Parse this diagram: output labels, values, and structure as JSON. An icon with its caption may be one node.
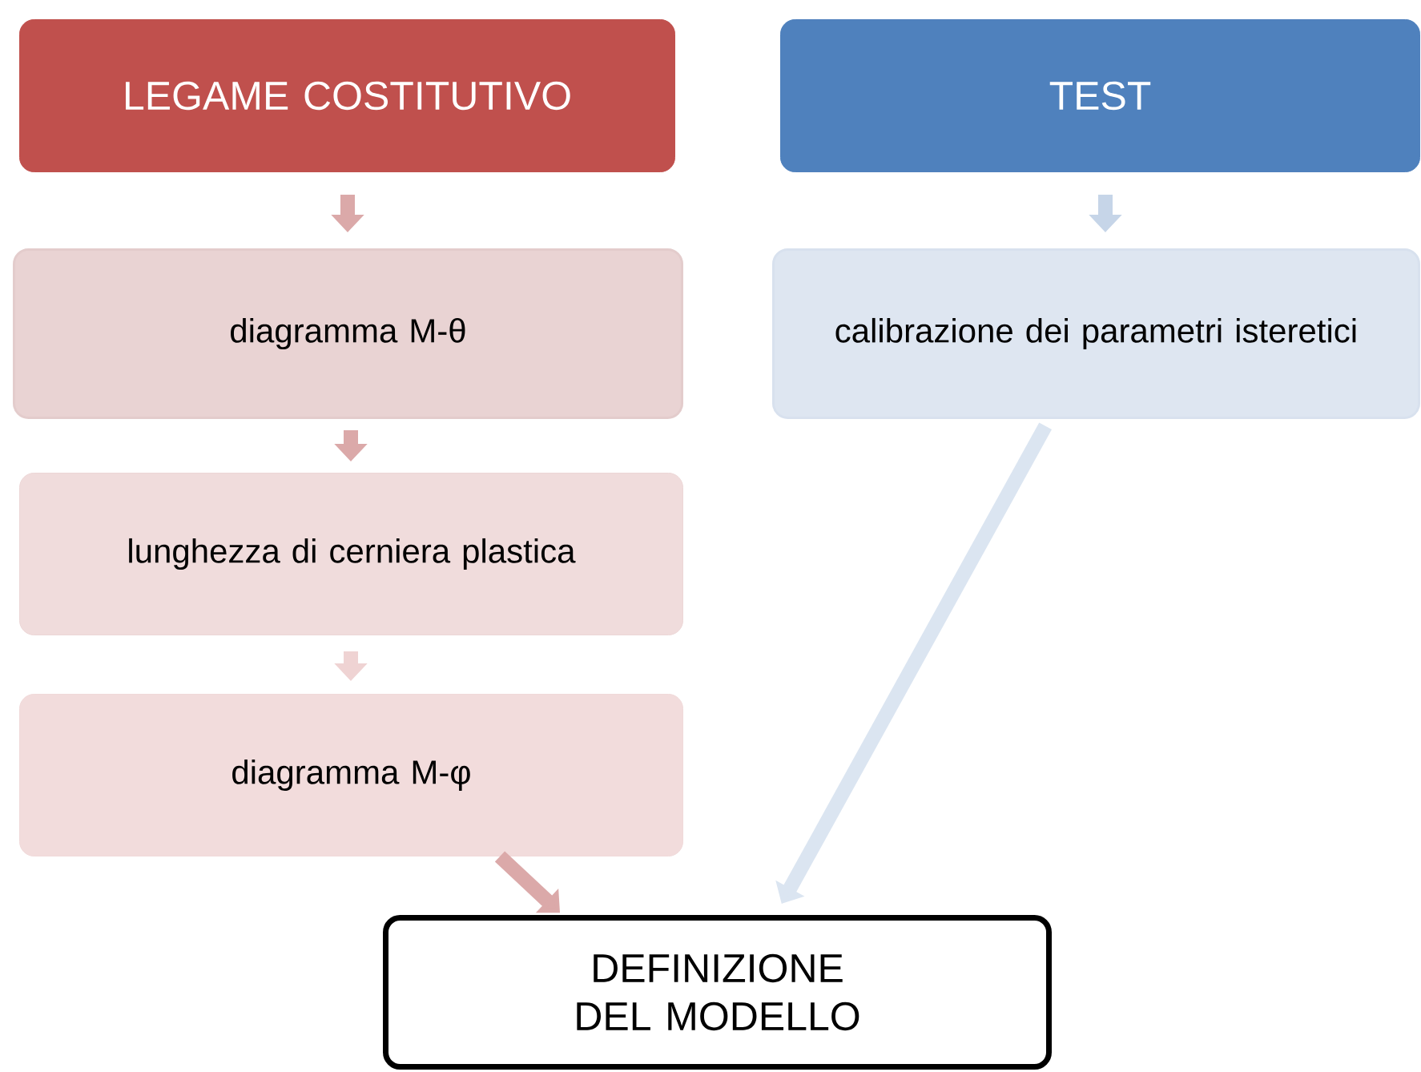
{
  "diagram": {
    "nodes": [
      {
        "text": [
          "LEGAME COSTITUTIVO"
        ]
      },
      {
        "text": [
          "TEST"
        ]
      },
      {
        "text": [
          "diagramma M-θ"
        ]
      },
      {
        "text": [
          "calibrazione dei parametri isteretici"
        ]
      },
      {
        "text": [
          "lunghezza di cerniera plastica"
        ]
      },
      {
        "text": [
          "diagramma M-φ"
        ]
      },
      {
        "text": [
          "DEFINIZIONE DEL MODELLO"
        ]
      }
    ],
    "edges": [
      {
        "from": 0,
        "to": 2,
        "arrow": "to",
        "color": "#dba9a9"
      },
      {
        "from": 2,
        "to": 4,
        "arrow": "to",
        "color": "#dba9a9"
      },
      {
        "from": 4,
        "to": 5,
        "arrow": "to",
        "color": "#efd3d3"
      },
      {
        "from": 1,
        "to": 3,
        "arrow": "to",
        "color": "#c6d5e8"
      },
      {
        "from": 5,
        "to": 6,
        "arrow": "to",
        "color": "#dba9a9"
      },
      {
        "from": 3,
        "to": 6,
        "arrow": "to",
        "color": "#dbe5f1"
      }
    ]
  }
}
